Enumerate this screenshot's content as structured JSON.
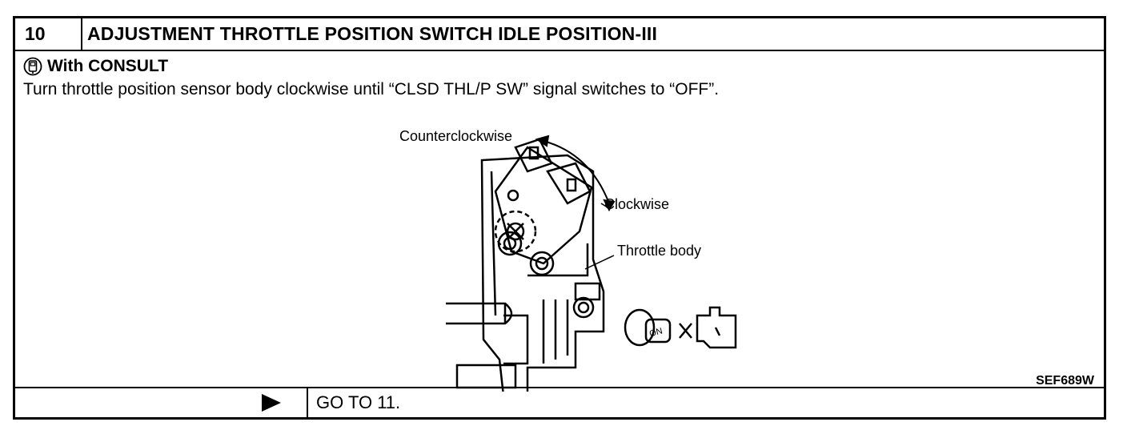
{
  "header": {
    "step_number": "10",
    "title": "ADJUSTMENT THROTTLE POSITION SWITCH IDLE POSITION-III"
  },
  "body": {
    "consult_label": "With CONSULT",
    "consult_icon": "consult-device-icon",
    "instruction": "Turn throttle position sensor body clockwise until “CLSD THL/P SW” signal switches to “OFF”.",
    "figure": {
      "labels": {
        "counterclockwise": "Counterclockwise",
        "clockwise": "Clockwise",
        "throttle_body": "Throttle body",
        "ignition_on": "ON"
      },
      "code": "SEF689W"
    }
  },
  "footer": {
    "arrow_icon": "right-arrow-icon",
    "action": "GO TO 11."
  }
}
